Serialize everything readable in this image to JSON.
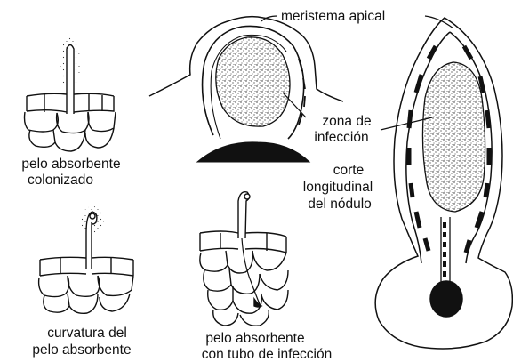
{
  "labels": {
    "meristema_apical": "meristema apical",
    "zona_de": "zona de",
    "infeccion": "infección",
    "corte": "corte",
    "longitudinal": "longitudinal",
    "del_nodulo": "del nódulo",
    "pelo_absorbente_1": "pelo absorbente",
    "colonizado": "colonizado",
    "curvatura_del": "curvatura del",
    "pelo_absorbente_2": "pelo absorbente",
    "pelo_absorbente_3": "pelo absorbente",
    "con_tubo": "con tubo de infección"
  }
}
